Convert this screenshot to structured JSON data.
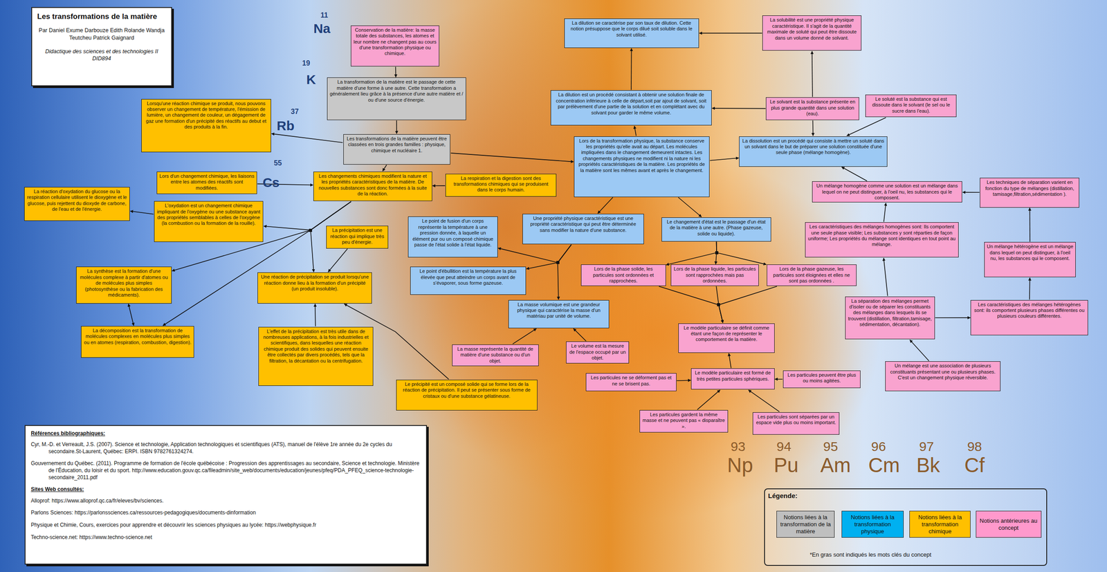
{
  "diagram": {
    "title": "Les transformations de la matière",
    "nodes": [
      {
        "text": [
          "Par Daniel Exume Darbouze Edith Rolande Wandja Teutcheu Patrick Gaignard",
          "Didactique des sciences et des technologies II DID894"
        ]
      },
      {
        "text": [
          "Conservation de la matière: la masse totale des substances, les atomes et leur nombre ne changent pas au cours d'une transformation physique ou chimique."
        ]
      },
      {
        "text": [
          "La transformation de la matière est le passage de cette matière d'une forme à une autre. Cette transformation a généralement lieu grâce à la présence d'une autre matière et / ou d'une source d'énergie."
        ]
      },
      {
        "text": [
          "Les transformations de la matière peuvent être classées en trois grandes familles : physique, chimique et nucléaire 1."
        ]
      },
      {
        "text": [
          "Lorsqu'une réaction chimique se produit, nous pouvons observer un changement de température, l'émission de lumière, un changement de couleur, un dégagement de gaz une formation d'un précipité des réactifs au debut et des produits à la fin."
        ]
      },
      {
        "text": [
          "Lors d'un changement chimique, les liaisons entre les atomes des réactifs sont modifiées."
        ]
      },
      {
        "text": [
          "Les changements chimiques modifient la nature et les propriétés caractéristiques de la matière. De nouvelles substances sont donc formées à la suite de la réaction."
        ]
      },
      {
        "text": [
          "La respiration et la digestion sont des transformations chimiques qui se produisent dans le corps humain."
        ]
      },
      {
        "text": [
          "La réaction d'oxydation du glucose ou la respiration cellulaire utilisent le dioxygène et le glucose, puis rejettent du dioxyde de carbone, de l'eau et de l'énergie."
        ]
      },
      {
        "text": [
          "L'oxydation est un changement chimique impliquant de l'oxygène ou une substance ayant des propriétés semblables à celles de l'oxygène (la combustion ou la formation de la rouille)."
        ]
      },
      {
        "text": [
          "La précipitation est une réaction qui implique très peu d'énergie."
        ]
      },
      {
        "text": [
          "La synthèse est la formation d'une molécules complexe à partir d'atomes ou de molécules plus simples (photosynthèse ou la fabrication des médicaments)."
        ]
      },
      {
        "text": [
          "Une réaction de précipitation se produit lorsqu'une réaction donne lieu à la formation d'un précipité (un produit insoluble)."
        ]
      },
      {
        "text": [
          "La décomposition est la transformation de molécules complexes en molécules plus simples ou en atomes (respiration, combustion, digestion)."
        ]
      },
      {
        "text": [
          "L'effet de la précipitation est très utile dans de nombreuses applications, à la fois industrielles et scientifiques, dans lesquelles une réaction chimique produit des solides qui peuvent ensuite être collectés par divers procédés, tels que la filtration, la décantation ou la centrifugation."
        ]
      },
      {
        "text": [
          "Le précipité est un composé solide qui se forme lors de la réaction de précipitation. Il peut se présenter sous forme de cristaux ou d'une substance gélatineuse."
        ]
      },
      {
        "text": [
          "La dilution se caractérise par son taux de dilution. Cette notion présuppose que le corps dilué soit soluble dans le solvant utilisé."
        ]
      },
      {
        "text": [
          "La solubilité est une propriété physique caractéristique. Il s'agit de la quantité maximale de soluté qui peut être dissoute dans un volume donné de solvant."
        ]
      },
      {
        "text": [
          "La dilution est un procédé consistant à obtenir une solution finale de concentration inférieure à celle de départ,soit par ajout de solvant, soit par prélèvement d'une partie de la solution et en complétant avec du solvant pour garder le même volume."
        ]
      },
      {
        "text": [
          "Le solvant est la substance présente en plus grande quantité dans une solution (eau)."
        ]
      },
      {
        "text": [
          "Le soluté est la substance qui est dissoute dans le solvant (le sel ou le sucre dans l'eau)."
        ]
      },
      {
        "text": [
          "Lors de la transformation physique, la substance conserve les propriétés qu'elle avait au départ. Les molécules impliquées dans le changement demeurent intactes. Les changements physiques ne modifient ni la nature ni les propriétés caractéristiques de la matière. Les propriétés de la matière sont les mêmes avant et après le changement."
        ]
      },
      {
        "text": [
          "La dissolution est un procédé qui consiste à mettre un soluté dans un solvant dans le but de préparer une solution constituée d'une seule phase (mélange homogène)."
        ]
      },
      {
        "text": [
          "Un mélange homogène comme une solution est un mélange dans lequel on ne peut distinguer, à l'oeil nu, les substances qui le composent."
        ]
      },
      {
        "text": [
          "Les techniques de séparation varient en fonction du type de mélanges (distillation, tamisage,filtration,sédimentation )."
        ]
      },
      {
        "text": [
          "Le point de fusion d'un corps représente la température à une pression donnée, à laquelle un élément pur ou un composé chimique passe de l'état solide à l'état liquide."
        ]
      },
      {
        "text": [
          "Une propriété physique caractéristique est une propriété caractéristique qui peut être déterminée sans modifier la nature d'une substance."
        ]
      },
      {
        "text": [
          "Le changement d'état est le passage d'un état de la matière à une autre. (Phase gazeuse, solide ou liquide)."
        ]
      },
      {
        "text": [
          "Les caractéristiques des mélanges homogènes sont: Ils comportent une seule phase visible; Les substances y sont réparties de façon uniforme; Les propriétés du mélange sont identiques en tout point au mélange."
        ]
      },
      {
        "text": [
          "Un mélange hétérogène est un mélange dans lequel on peut distinguer, à l'oeil nu, les substances qui le composent."
        ]
      },
      {
        "text": [
          "Le point d'ébullition est la température la plus élevée que peut atteindre un corps avant de s'évaporer, sous forme gazeuse."
        ]
      },
      {
        "text": [
          "Lors de la phase solide, les particules sont ordonnées et rapprochées."
        ]
      },
      {
        "text": [
          "Lors de la phase liquide, les particules sont rapprochées mais pas ordonnées."
        ]
      },
      {
        "text": [
          "Lors de la phase gazeuse, les particules sont éloignées et elles ne sont pas ordonnées ."
        ]
      },
      {
        "text": [
          "La masse volumique est une grandeur physique qui caractérise la masse d'un matériau par unité de volume."
        ]
      },
      {
        "text": [
          "La séparation des mélanges permet d'isoler ou de séparer les constituants des mélanges dans lesquels ils se trouvent (distillation, filtration,tamisage, sédimentation, décantation)."
        ]
      },
      {
        "text": [
          "Les caractéristiques des mélanges hétérogènes sont: ils comportent plusieurs phases différentes ou plusieurs couleurs différentes."
        ]
      },
      {
        "text": [
          "Le modèle particulaire se définit comme étant une façon de représenter le comportement de la matière."
        ]
      },
      {
        "text": [
          "La masse représente la quantité de matière d'une substance ou d'un objet."
        ]
      },
      {
        "text": [
          "Le volume est la mesure de l'espace occupé par un objet."
        ]
      },
      {
        "text": [
          "Un mélange est une association de plusieurs constituants présentant une ou plusieurs phases. C'est un changement physique réversible."
        ]
      },
      {
        "text": [
          "Les particules ne se déforment pas et ne se brisent pas."
        ]
      },
      {
        "text": [
          "Le modèle particulaire est formé de très petites particules sphériques."
        ]
      },
      {
        "text": [
          "Les particules peuvent être plus ou moins agitées."
        ]
      },
      {
        "text": [
          "Les particules gardent la même masse et ne peuvent pas « disparaître »."
        ]
      },
      {
        "text": [
          "Les particules sont séparées par un espace vide plus ou moins important."
        ]
      },
      {
        "text": [
          "Références bibliographiques:",
          "Cyr, M.-D. et Verreault, J.S. (2007). Science et technologie, Application technologiques et scientifiques (ATS), manuel de l'élève 1re année du 2e cycles du secondaire.St-Laurent, Québec: ERPI. ISBN 9782761324274.",
          "Gouvernement du Québec. (2011). Programme de formation de l'école québécoise : Progression des apprentissages au secondaire, Science et technologie. Ministère de l'Éducation, du loisir et du sport. http://www.education.gouv.qc.ca/fileadmin/site_web/documents/education/jeunes/pfeq/PDA_PFEQ_science-technologie-secondaire_2011.pdf",
          "Sites Web consultés:",
          "Alloprof: https://www.alloprof.qc.ca/fr/eleves/bv/sciences.",
          "Parlons Sciences: https://parlonssciences.ca/ressources-pedagogiques/documents-dinformation",
          "Physique et Chimie, Cours, exercices pour apprendre et découvrir les sciences physiques au lycée: https://webphysique.fr",
          "Techno-science.net: https://www.techno-science.net"
        ]
      }
    ],
    "edges": [
      {
        "from": 1,
        "to": 2,
        "arrow": "to"
      },
      {
        "from": 2,
        "to": 3,
        "arrow": "to"
      },
      {
        "from": 3,
        "to": 4,
        "arrow": "to"
      },
      {
        "from": 3,
        "to": 6,
        "arrow": "to"
      },
      {
        "from": 3,
        "to": 21,
        "arrow": "to"
      },
      {
        "from": 5,
        "to": 6,
        "arrow": "to"
      },
      {
        "from": 7,
        "to": 6,
        "arrow": "to"
      },
      {
        "from": 6,
        "to": 9,
        "arrow": "to"
      },
      {
        "from": 9,
        "to": 8,
        "arrow": "to"
      },
      {
        "from": 6,
        "to": 11,
        "arrow": "to"
      },
      {
        "from": 6,
        "to": 13,
        "arrow": "to"
      },
      {
        "from": 6,
        "to": 12,
        "arrow": "to"
      },
      {
        "from": 10,
        "to": 12,
        "arrow": "to"
      },
      {
        "from": 11,
        "to": 13,
        "arrow": "both"
      },
      {
        "from": 14,
        "to": 12,
        "arrow": "to"
      },
      {
        "from": 15,
        "to": 12,
        "arrow": "to"
      },
      {
        "from": 21,
        "to": 18,
        "arrow": "to"
      },
      {
        "from": 18,
        "to": 16,
        "arrow": "to"
      },
      {
        "from": 17,
        "to": 16,
        "arrow": "to"
      },
      {
        "from": 19,
        "to": 18,
        "arrow": "to"
      },
      {
        "from": 19,
        "to": 17,
        "arrow": "to"
      },
      {
        "from": 19,
        "to": 22,
        "arrow": "to"
      },
      {
        "from": 20,
        "to": 22,
        "arrow": "to"
      },
      {
        "from": 21,
        "to": 22,
        "arrow": "to"
      },
      {
        "from": 23,
        "to": 22,
        "arrow": "to"
      },
      {
        "from": 24,
        "to": 23,
        "arrow": "to"
      },
      {
        "from": 28,
        "to": 23,
        "arrow": "to"
      },
      {
        "from": 29,
        "to": 24,
        "arrow": "to"
      },
      {
        "from": 36,
        "to": 29,
        "arrow": "to"
      },
      {
        "from": 35,
        "to": 36,
        "arrow": "to"
      },
      {
        "from": 35,
        "to": 28,
        "arrow": "to"
      },
      {
        "from": 40,
        "to": 35,
        "arrow": "to"
      },
      {
        "from": 21,
        "to": 26,
        "arrow": "to"
      },
      {
        "from": 21,
        "to": 27,
        "arrow": "to"
      },
      {
        "from": 26,
        "to": 25,
        "arrow": "to"
      },
      {
        "from": 26,
        "to": 30,
        "arrow": "to"
      },
      {
        "from": 26,
        "to": 34,
        "arrow": "to"
      },
      {
        "from": 27,
        "to": 31,
        "arrow": "to"
      },
      {
        "from": 27,
        "to": 32,
        "arrow": "to"
      },
      {
        "from": 27,
        "to": 33,
        "arrow": "to"
      },
      {
        "from": 31,
        "to": 37,
        "arrow": "to"
      },
      {
        "from": 32,
        "to": 37,
        "arrow": "to"
      },
      {
        "from": 33,
        "to": 37,
        "arrow": "to"
      },
      {
        "from": 38,
        "to": 34,
        "arrow": "to"
      },
      {
        "from": 39,
        "to": 34,
        "arrow": "to"
      },
      {
        "from": 42,
        "to": 37,
        "arrow": "to"
      },
      {
        "from": 41,
        "to": 42,
        "arrow": "to"
      },
      {
        "from": 43,
        "to": 42,
        "arrow": "to"
      },
      {
        "from": 44,
        "to": 42,
        "arrow": "to"
      },
      {
        "from": 45,
        "to": 42,
        "arrow": "to"
      }
    ],
    "labels": [
      "Légende:",
      "*En gras sont indiqués les mots clés du concept",
      "11",
      "Na",
      "19",
      "K",
      "37",
      "Rb",
      "55",
      "Cs",
      "93",
      "94",
      "95",
      "96",
      "97",
      "98",
      "Np",
      "Pu",
      "Am",
      "Cm",
      "Bk",
      "Cf"
    ],
    "legend": [
      {
        "text": "Notions liées à la transformation de la matière",
        "color": "#bfbfbf"
      },
      {
        "text": "Notions liées à la transformation physique",
        "color": "#00b0f0"
      },
      {
        "text": "Notions liées à la transformation chimique",
        "color": "#ffc000"
      },
      {
        "text": "Notions antérieures au concept",
        "color": "#ff99cc"
      }
    ]
  }
}
